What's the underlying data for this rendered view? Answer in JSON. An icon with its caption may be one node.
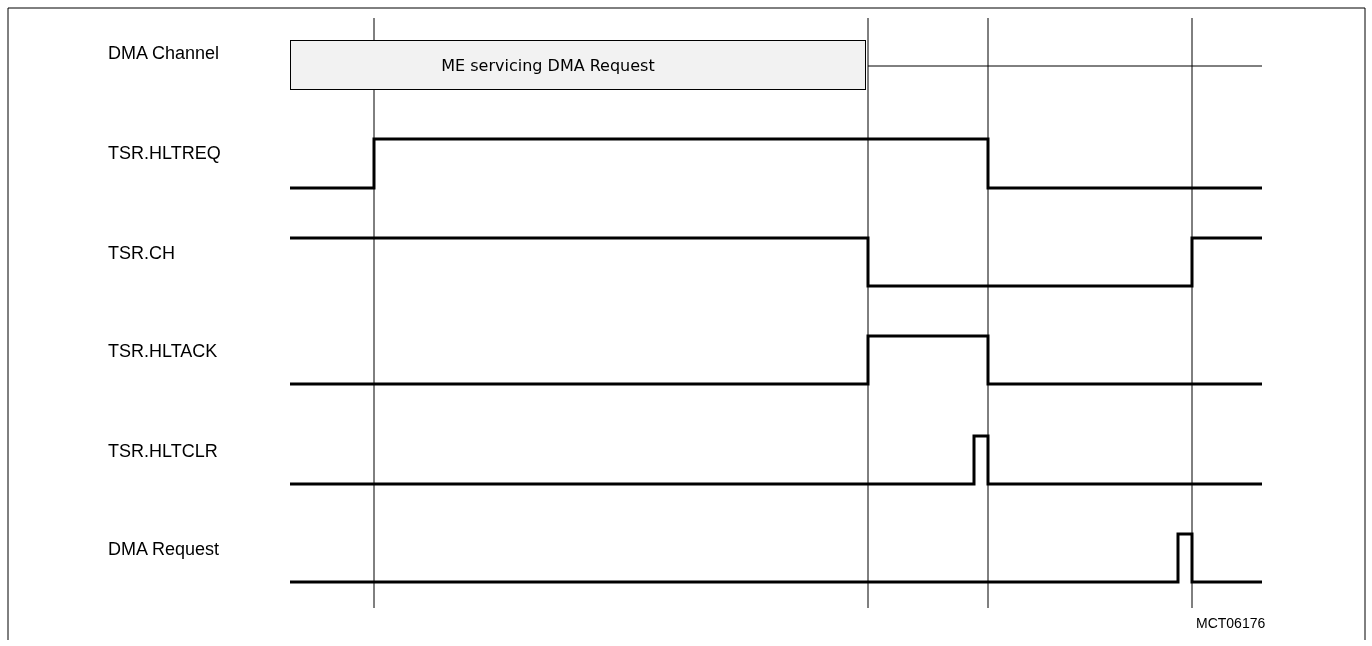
{
  "diagram": {
    "nodes": [
      {
        "text": [
          "ME servicing DMA Request"
        ]
      }
    ],
    "labels": [
      "DMA Channel",
      "TSR.HLTREQ",
      "TSR.CH",
      "TSR.HLTACK",
      "TSR.HLTCLR",
      "DMA Request",
      "MCT06176"
    ]
  }
}
